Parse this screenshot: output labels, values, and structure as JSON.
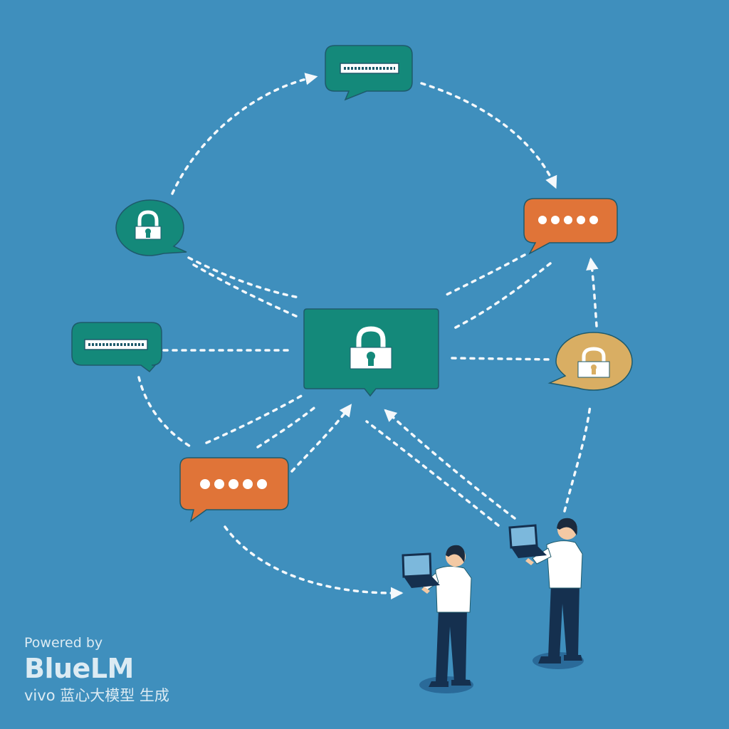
{
  "colors": {
    "background": "#3f8fbd",
    "teal": "#14897a",
    "orange": "#e07438",
    "sand": "#d9ae63",
    "outline": "#1e5a6b",
    "connector": "#f4f8fb",
    "shirt": "#ffffff",
    "trousers": "#15304f",
    "hair": "#1b2a3d",
    "skin": "#f3c9a4",
    "laptop": "#7cb8dc"
  },
  "nodes": [
    {
      "id": "top-text-bubble",
      "kind": "text-bubble",
      "color": "teal",
      "icon": "text-lines-icon"
    },
    {
      "id": "upper-left-lock-bubble",
      "kind": "lock-bubble",
      "color": "teal",
      "icon": "padlock-icon"
    },
    {
      "id": "upper-right-dots-bubble",
      "kind": "dots-bubble",
      "color": "orange",
      "icon": "five-dots-icon"
    },
    {
      "id": "center-lock-screen",
      "kind": "lock-screen",
      "color": "teal",
      "icon": "padlock-icon"
    },
    {
      "id": "left-text-bubble",
      "kind": "text-bubble",
      "color": "teal",
      "icon": "text-lines-icon"
    },
    {
      "id": "right-lock-bubble",
      "kind": "lock-bubble",
      "color": "sand",
      "icon": "padlock-icon"
    },
    {
      "id": "lower-left-dots-bubble",
      "kind": "dots-bubble",
      "color": "orange",
      "icon": "five-dots-icon"
    }
  ],
  "people": [
    {
      "id": "person-front",
      "holds": "laptop-icon"
    },
    {
      "id": "person-back",
      "holds": "laptop-icon"
    }
  ],
  "connections": [
    {
      "from": "upper-left-lock-bubble",
      "to": "top-text-bubble",
      "arrow": true
    },
    {
      "from": "top-text-bubble",
      "to": "upper-right-dots-bubble",
      "arrow": true
    },
    {
      "from": "right-lock-bubble",
      "to": "upper-right-dots-bubble",
      "arrow": true
    },
    {
      "from": "person-back",
      "to": "right-lock-bubble",
      "arrow": false
    },
    {
      "from": "lower-left-dots-bubble",
      "to": "person-front",
      "arrow": true
    },
    {
      "from": "left-text-bubble",
      "to": "center-lock-screen",
      "arrow": false
    },
    {
      "from": "right-lock-bubble",
      "to": "center-lock-screen",
      "arrow": false
    },
    {
      "from": "upper-left-lock-bubble",
      "to": "center-lock-screen",
      "arrow": false
    },
    {
      "from": "upper-right-dots-bubble",
      "to": "center-lock-screen",
      "arrow": false
    },
    {
      "from": "lower-left-dots-bubble",
      "to": "center-lock-screen",
      "arrow": true
    },
    {
      "from": "person-back",
      "to": "center-lock-screen",
      "arrow": true
    },
    {
      "from": "left-text-bubble",
      "to": "lower-left-dots-bubble",
      "arrow": false
    }
  ],
  "watermark": {
    "powered_by": "Powered by",
    "brand": "BlueLM",
    "subtitle": "vivo 蓝心大模型 生成"
  }
}
